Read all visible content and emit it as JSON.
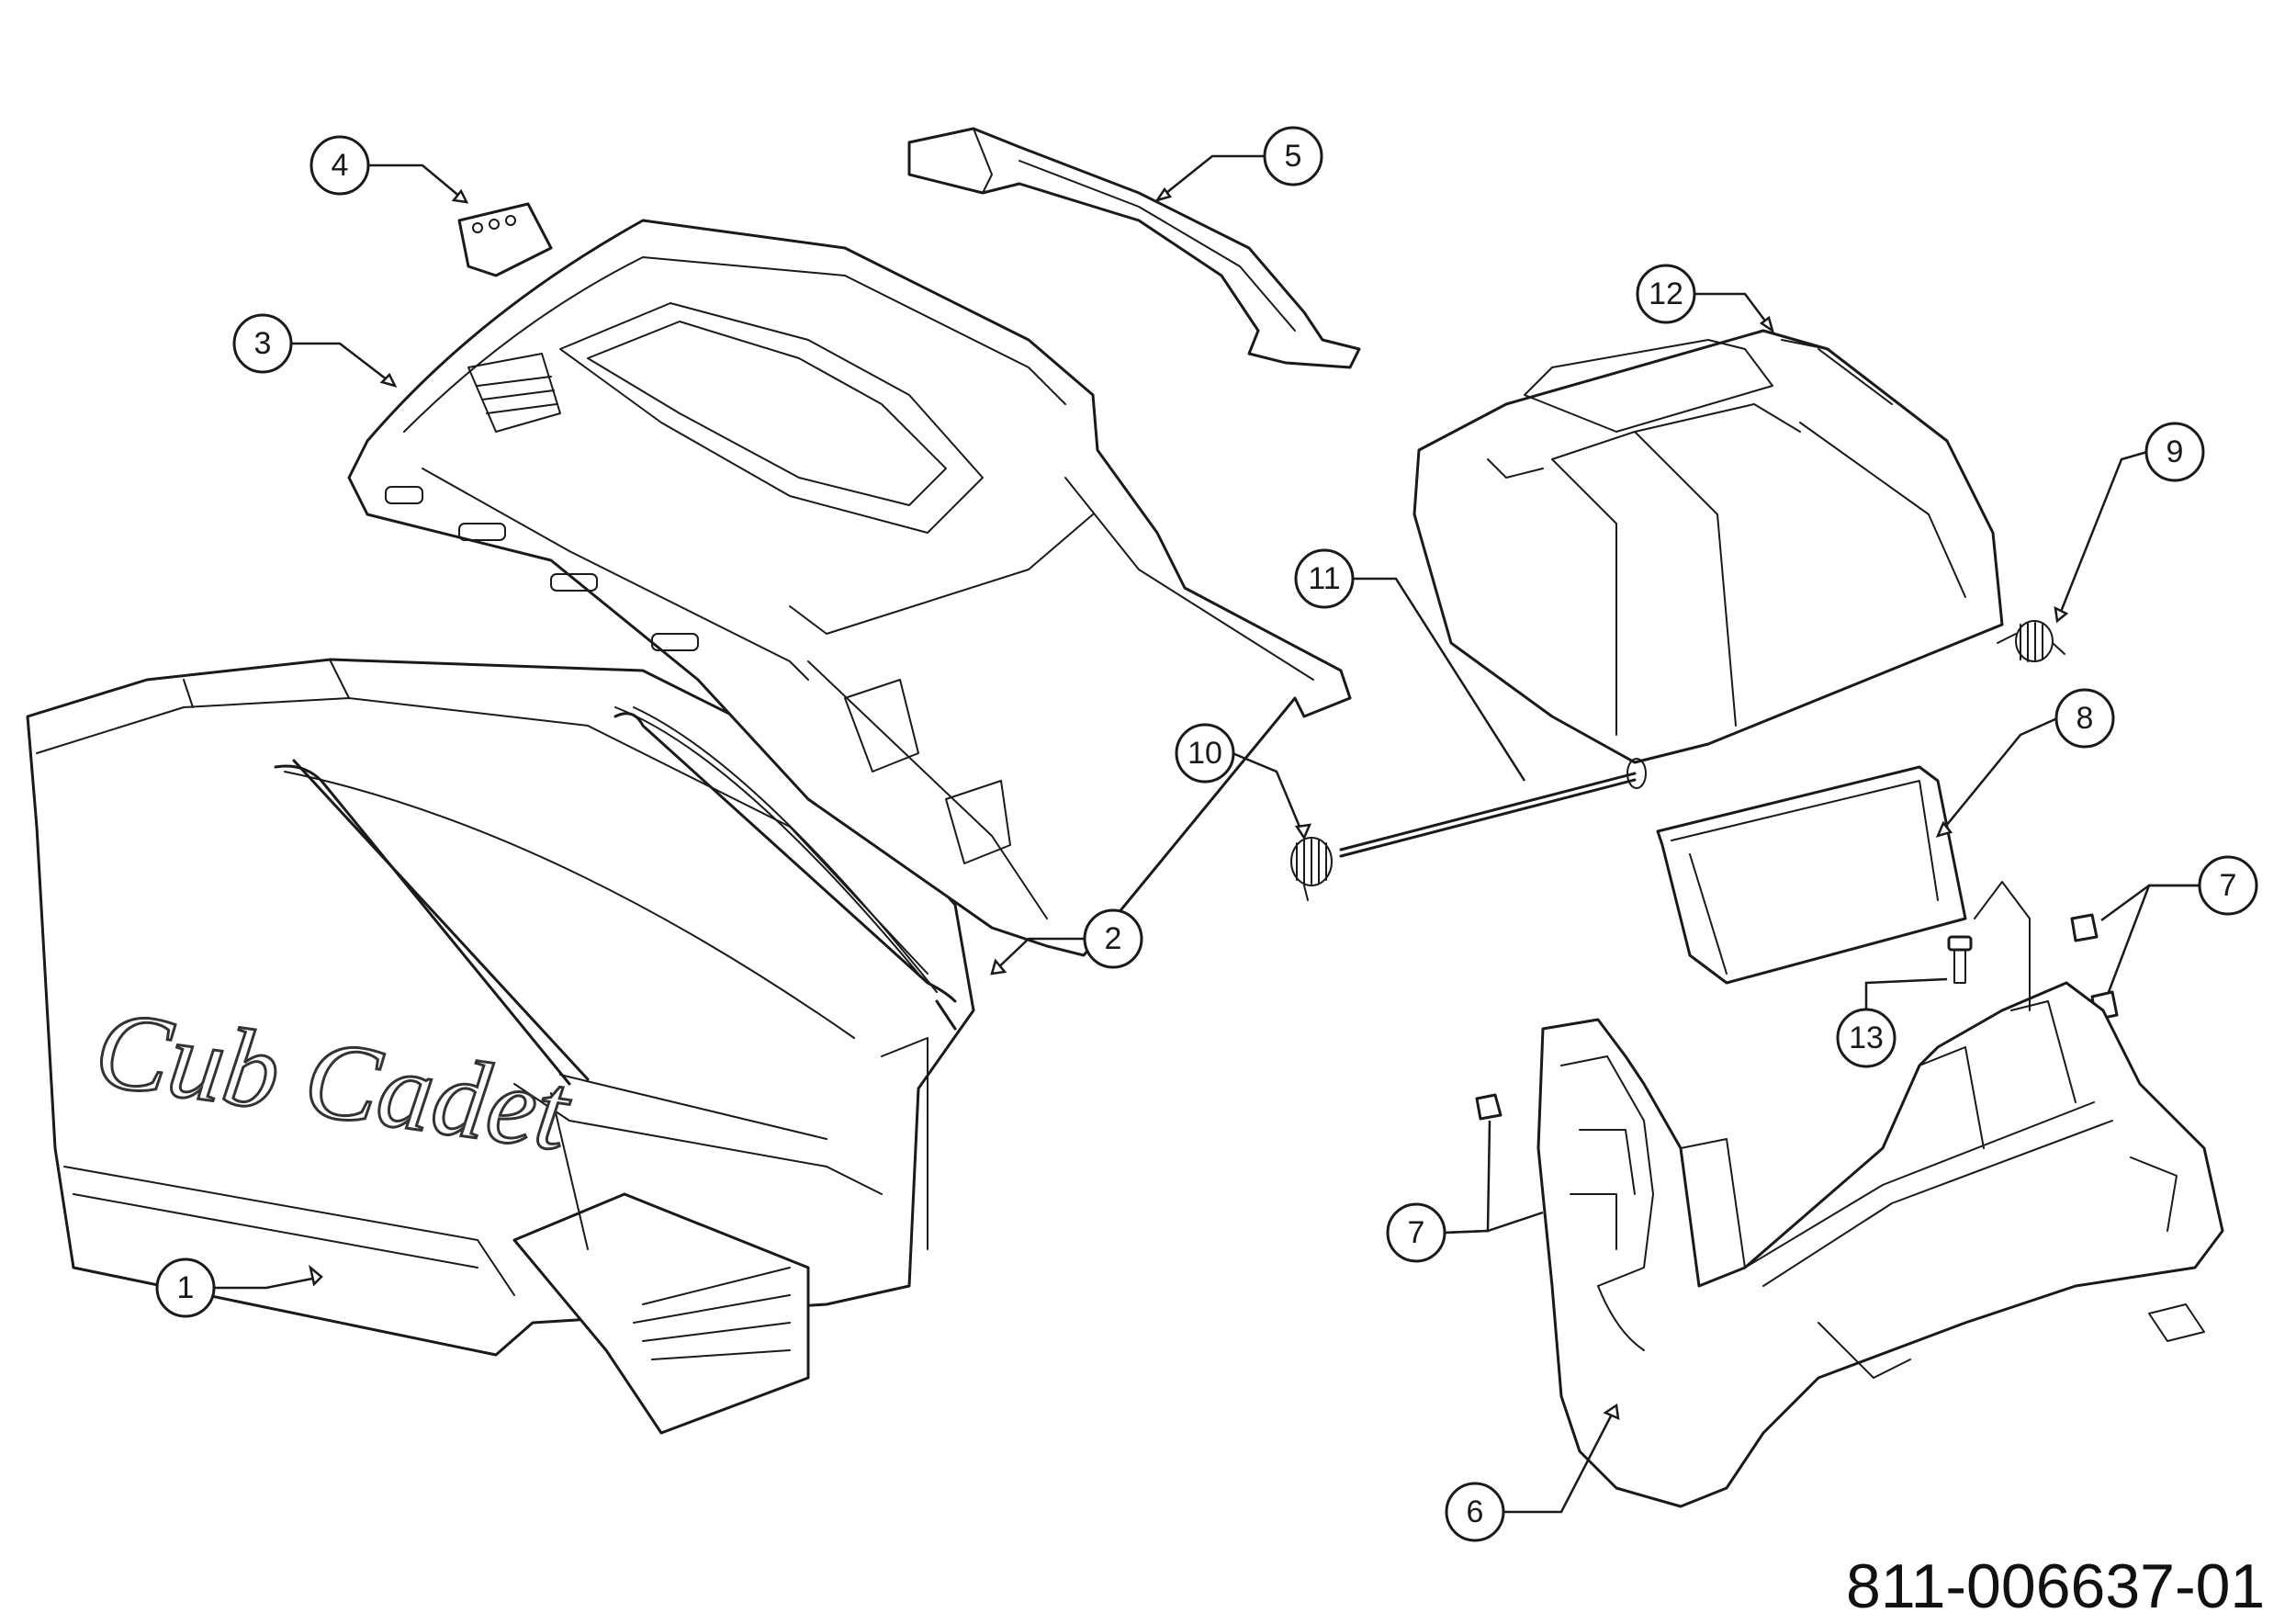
{
  "drawing": {
    "document_number": "811-006637-01",
    "brand_logo": "Cub Cadet"
  },
  "callouts": [
    {
      "id": "c1",
      "label": "1"
    },
    {
      "id": "c2",
      "label": "2"
    },
    {
      "id": "c3",
      "label": "3"
    },
    {
      "id": "c4",
      "label": "4"
    },
    {
      "id": "c5",
      "label": "5"
    },
    {
      "id": "c6",
      "label": "6"
    },
    {
      "id": "c7a",
      "label": "7"
    },
    {
      "id": "c7b",
      "label": "7"
    },
    {
      "id": "c8",
      "label": "8"
    },
    {
      "id": "c9",
      "label": "9"
    },
    {
      "id": "c10",
      "label": "10"
    },
    {
      "id": "c11",
      "label": "11"
    },
    {
      "id": "c12",
      "label": "12"
    },
    {
      "id": "c13",
      "label": "13"
    }
  ]
}
